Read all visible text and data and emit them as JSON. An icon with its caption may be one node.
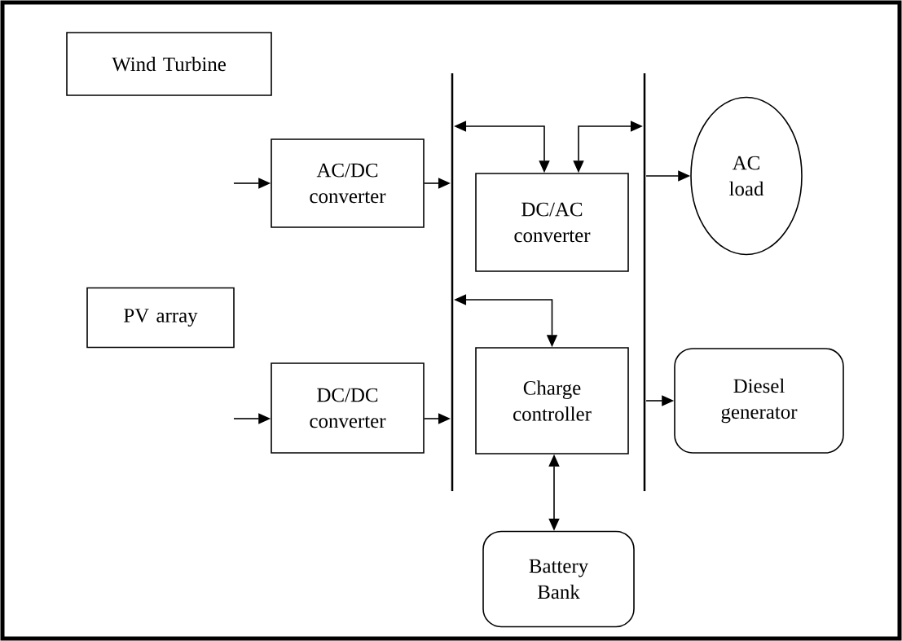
{
  "diagram": {
    "nodes": [
      {
        "text": [
          "Wind Turbine"
        ]
      },
      {
        "text": [
          "AC/DC converter"
        ]
      },
      {
        "text": [
          "DC/AC converter"
        ]
      },
      {
        "text": [
          "AC load"
        ]
      },
      {
        "text": [
          "PV array"
        ]
      },
      {
        "text": [
          "DC/DC converter"
        ]
      },
      {
        "text": [
          "Charge controller"
        ]
      },
      {
        "text": [
          "Diesel generator"
        ]
      },
      {
        "text": [
          "Battery Bank"
        ]
      },
      {
        "text": [],
        "shape": "bar"
      },
      {
        "text": [],
        "shape": "bar"
      }
    ],
    "edges": [
      {
        "from": null,
        "to": 1,
        "arrow": "to"
      },
      {
        "from": 1,
        "to": 9,
        "arrow": "to"
      },
      {
        "from": 9,
        "to": 2,
        "arrow": "both"
      },
      {
        "from": 2,
        "to": 10,
        "arrow": "both"
      },
      {
        "from": 10,
        "to": 3,
        "arrow": "to"
      },
      {
        "from": 9,
        "to": 6,
        "arrow": "both"
      },
      {
        "from": null,
        "to": 5,
        "arrow": "to"
      },
      {
        "from": 5,
        "to": 9,
        "arrow": "to"
      },
      {
        "from": 10,
        "to": 7,
        "arrow": "to"
      },
      {
        "from": 6,
        "to": 8,
        "arrow": "both"
      }
    ]
  }
}
